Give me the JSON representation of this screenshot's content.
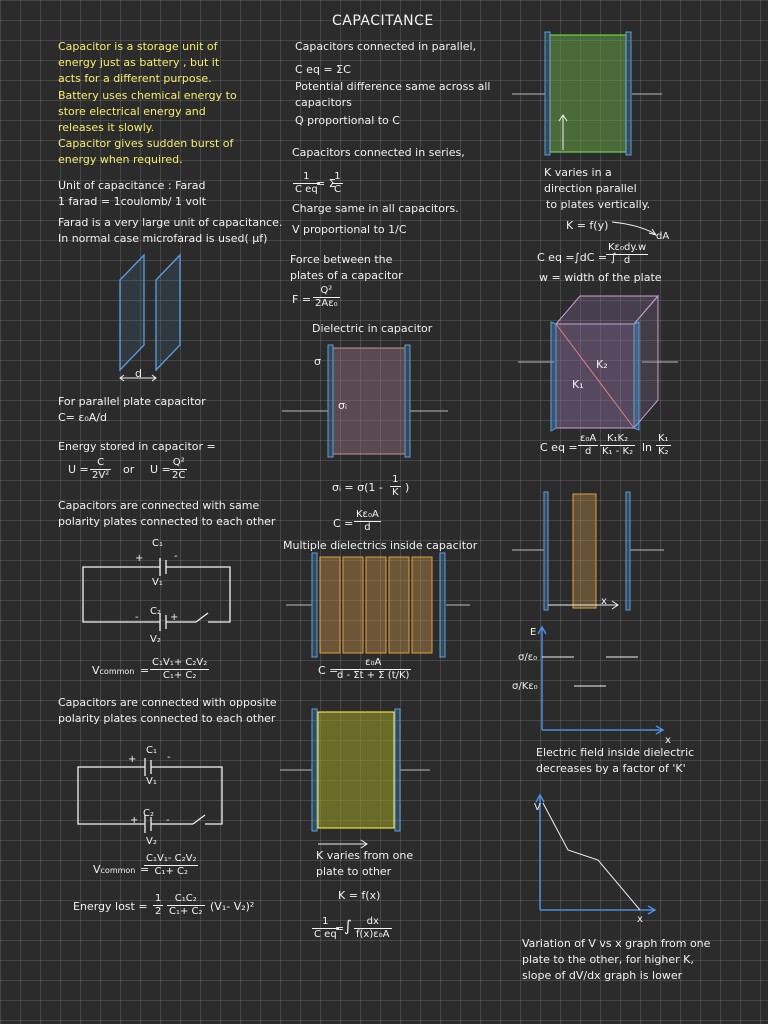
{
  "title": "CAPACITANCE",
  "intro": {
    "lines": [
      "Capacitor is a storage unit of",
      "energy just as battery , but it",
      "acts for a different purpose.",
      "Battery uses chemical energy to",
      "store electrical energy and",
      "releases it slowly.",
      "Capacitor gives sudden burst of",
      "energy when required."
    ]
  },
  "unit": {
    "line1": "Unit of capacitance : Farad",
    "line2": "1 farad = 1coulomb/ 1 volt",
    "line3": "Farad is a very large unit of capacitance.",
    "line4": "In normal case microfarad is used( µf)"
  },
  "plates_label_d": "d",
  "parallel_plate": {
    "line1": "For parallel plate capacitor",
    "line2": "C= ε₀A/d"
  },
  "energy": {
    "heading": "Energy stored in capacitor =",
    "u1_lhs": "U =",
    "u1_num": "C",
    "u1_den": "2V²",
    "or": "or",
    "u2_lhs": "U =",
    "u2_num": "Q²",
    "u2_den": "2C"
  },
  "same_polarity": {
    "line1": "Capacitors are connected with same",
    "line2": "polarity plates connected to each other",
    "c1": "C₁",
    "v1": "V₁",
    "c2": "C₂",
    "v2": "V₂",
    "plus1": "+",
    "minus1": "-",
    "minus2": "-",
    "plus2": "+",
    "vcommon": "V",
    "vcommon_sub": "common",
    "eq": "=",
    "num": "C₁V₁+ C₂V₂",
    "den": "C₁+ C₂"
  },
  "opposite_polarity": {
    "line1": "Capacitors are connected with opposite",
    "line2": "polarity plates connected to each other",
    "c1": "C₁",
    "v1": "V₁",
    "c2": "C₂",
    "v2": "V₂",
    "plus1": "+",
    "minus1": "-",
    "plus2": "+",
    "minus2": "-",
    "vcommon": "V",
    "vcommon_sub": "common",
    "eq": "=",
    "num": "C₁V₁- C₂V₂",
    "den": "C₁+ C₂",
    "energy_lost": "Energy lost =",
    "el_half_num": "1",
    "el_half_den": "2",
    "el_num": "C₁C₂",
    "el_den": "C₁+ C₂",
    "el_tail": "(V₁- V₂)²"
  },
  "parallel": {
    "heading": "Capacitors connected in parallel,",
    "ceq": "C eq = ΣC",
    "line1": "Potential difference same across all",
    "line2": "capacitors",
    "line3": "Q proportional to C"
  },
  "series": {
    "heading": "Capacitors connected in series,",
    "lhs_num": "1",
    "lhs_den": "C eq",
    "mid": "= Σ",
    "rhs_num": "1",
    "rhs_den": "C",
    "line1": "Charge same in all capacitors.",
    "line2": "V proportional to 1/C"
  },
  "force": {
    "line1": "Force between the",
    "line2": "plates of a capacitor",
    "lhs": "F =",
    "num": "Q²",
    "den": "2Aε₀"
  },
  "dielectric": {
    "heading": "Dielectric in capacitor",
    "sigma": "σ",
    "sigma_i": "σᵢ",
    "eq1_lhs": "σᵢ = σ(1 -",
    "eq1_num": "1",
    "eq1_den": "K",
    "eq1_tail": ")",
    "eq2_lhs": "C =",
    "eq2_num": "Kε₀A",
    "eq2_den": "d"
  },
  "multiple": {
    "heading": "Multiple dielectrics inside capacitor",
    "lhs": "C =",
    "num": "ε₀A",
    "den": "d - Σt + Σ (t/K)"
  },
  "k_varies_plate": {
    "line1": "K varies from one",
    "line2": "plate to other",
    "kfx": "K = f(x)",
    "lhs_num": "1",
    "lhs_den": "C eq",
    "eq": "=",
    "int": "∫",
    "rhs_num": "dx",
    "rhs_den": "f(x)ε₀A"
  },
  "k_varies_parallel": {
    "line1": "K varies in a",
    "line2": "direction parallel",
    "line3": "to plates vertically.",
    "kfy": "K = f(y)",
    "da": "dA",
    "lhs": "C eq =",
    "int1": "∫dC = ∫",
    "num": "Kε₀dy.w",
    "den": "d",
    "w_line": "w = width of the plate"
  },
  "two_k": {
    "k1": "K₁",
    "k2": "K₂",
    "lhs": "C eq =",
    "f1_num": "ε₀A",
    "f1_den": "d",
    "f2_num": "K₁K₂",
    "f2_den": "K₁ - K₂",
    "ln": "ln",
    "f3_num": "K₁",
    "f3_den": "K₂"
  },
  "efield": {
    "x_label": "x",
    "e_label": "E",
    "sigma_e0": "σ/ε₀",
    "sigma_ke0": "σ/Kε₀",
    "x_axis": "x",
    "line1": "Electric field inside dielectric",
    "line2": "decreases by a factor of 'K'"
  },
  "vgraph": {
    "v_label": "V",
    "x_label": "x",
    "line1": "Variation of V vs x graph from one",
    "line2": "plate to the other, for higher K,",
    "line3": "slope of dV/dx graph is lower"
  }
}
